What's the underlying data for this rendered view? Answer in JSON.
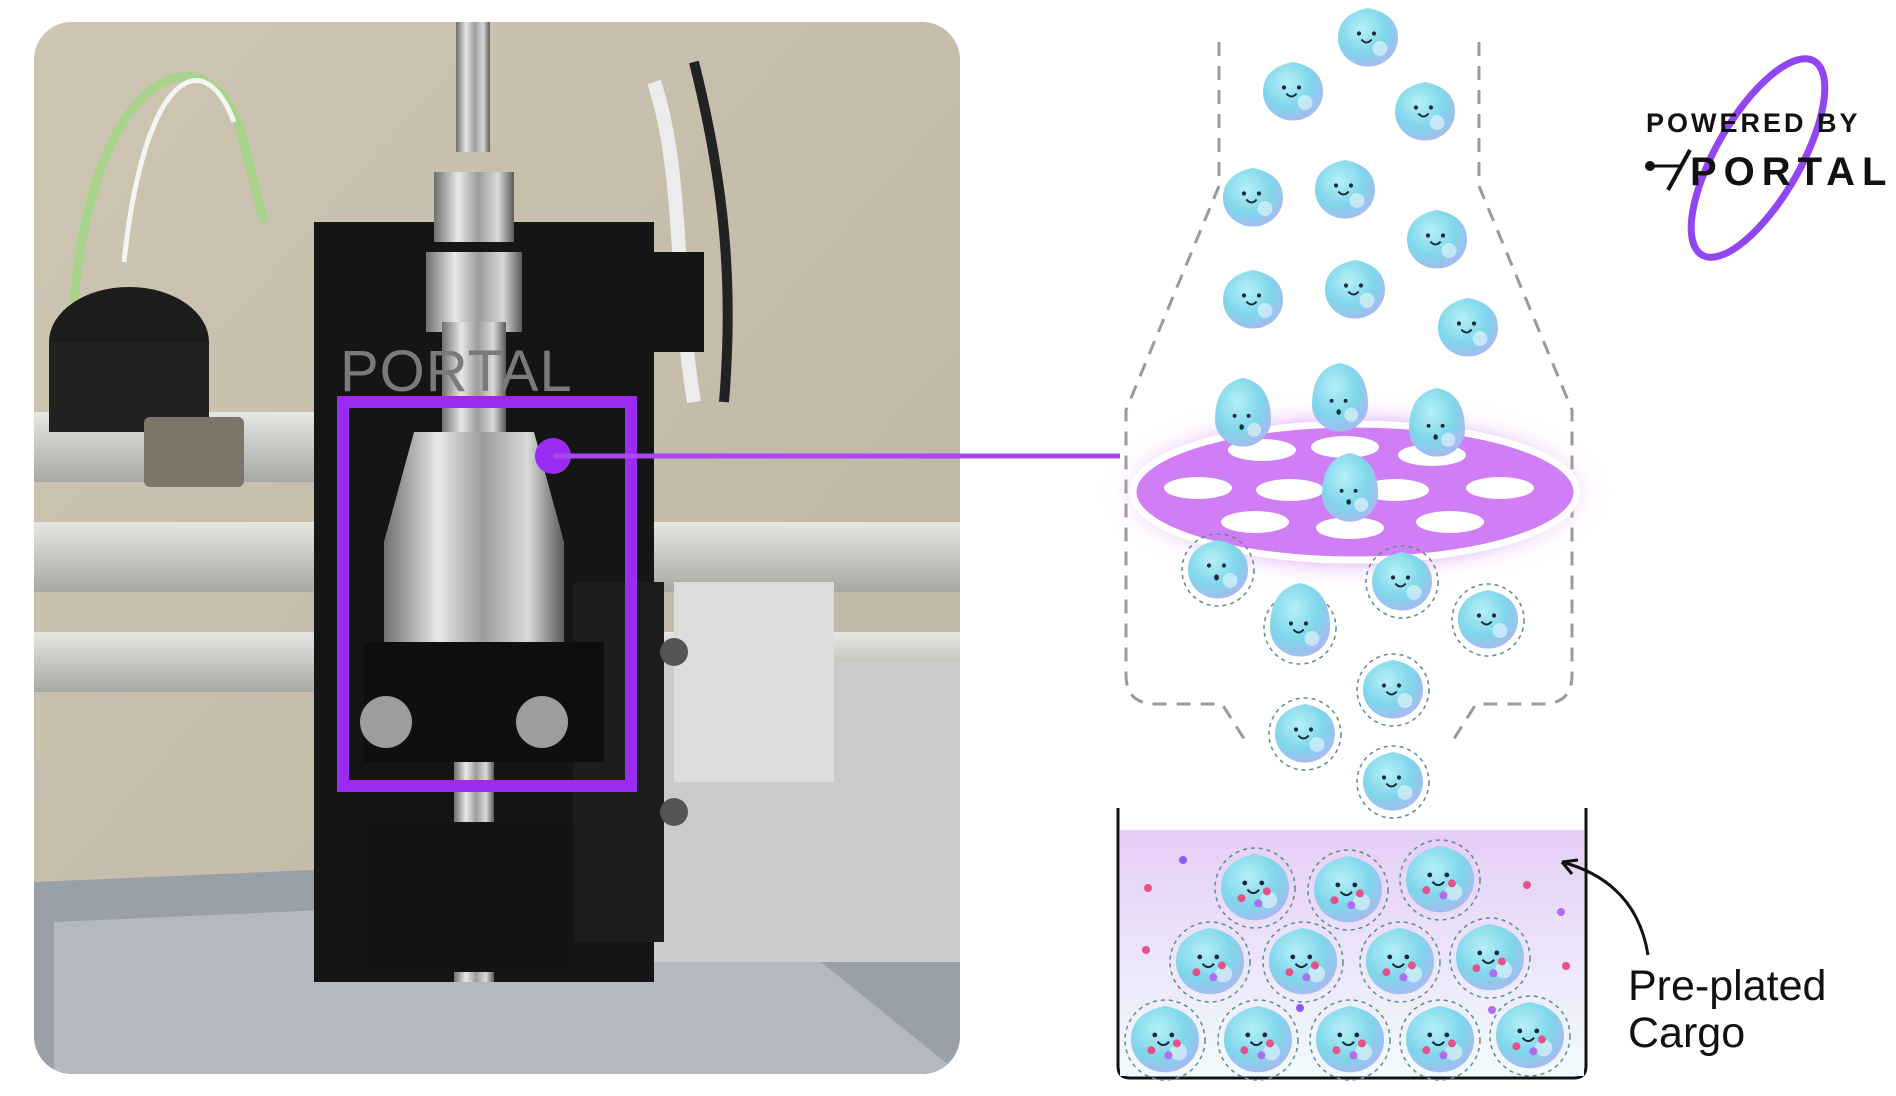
{
  "photo": {
    "housing_label": "PORTAL"
  },
  "branding": {
    "powered_by": "POWERED BY",
    "portal": "PORTAL"
  },
  "cargo_label": {
    "line1": "Pre-plated",
    "line2": "Cargo"
  },
  "colors": {
    "accent_purple": "#9b2bf0",
    "cell_fill": "#7fd6ea",
    "membrane_glow": "#d77dff",
    "well_liquid": "#ead6f7"
  },
  "icons": {
    "logo": "portal-ring-logo",
    "arrow": "curved-arrow-icon"
  }
}
